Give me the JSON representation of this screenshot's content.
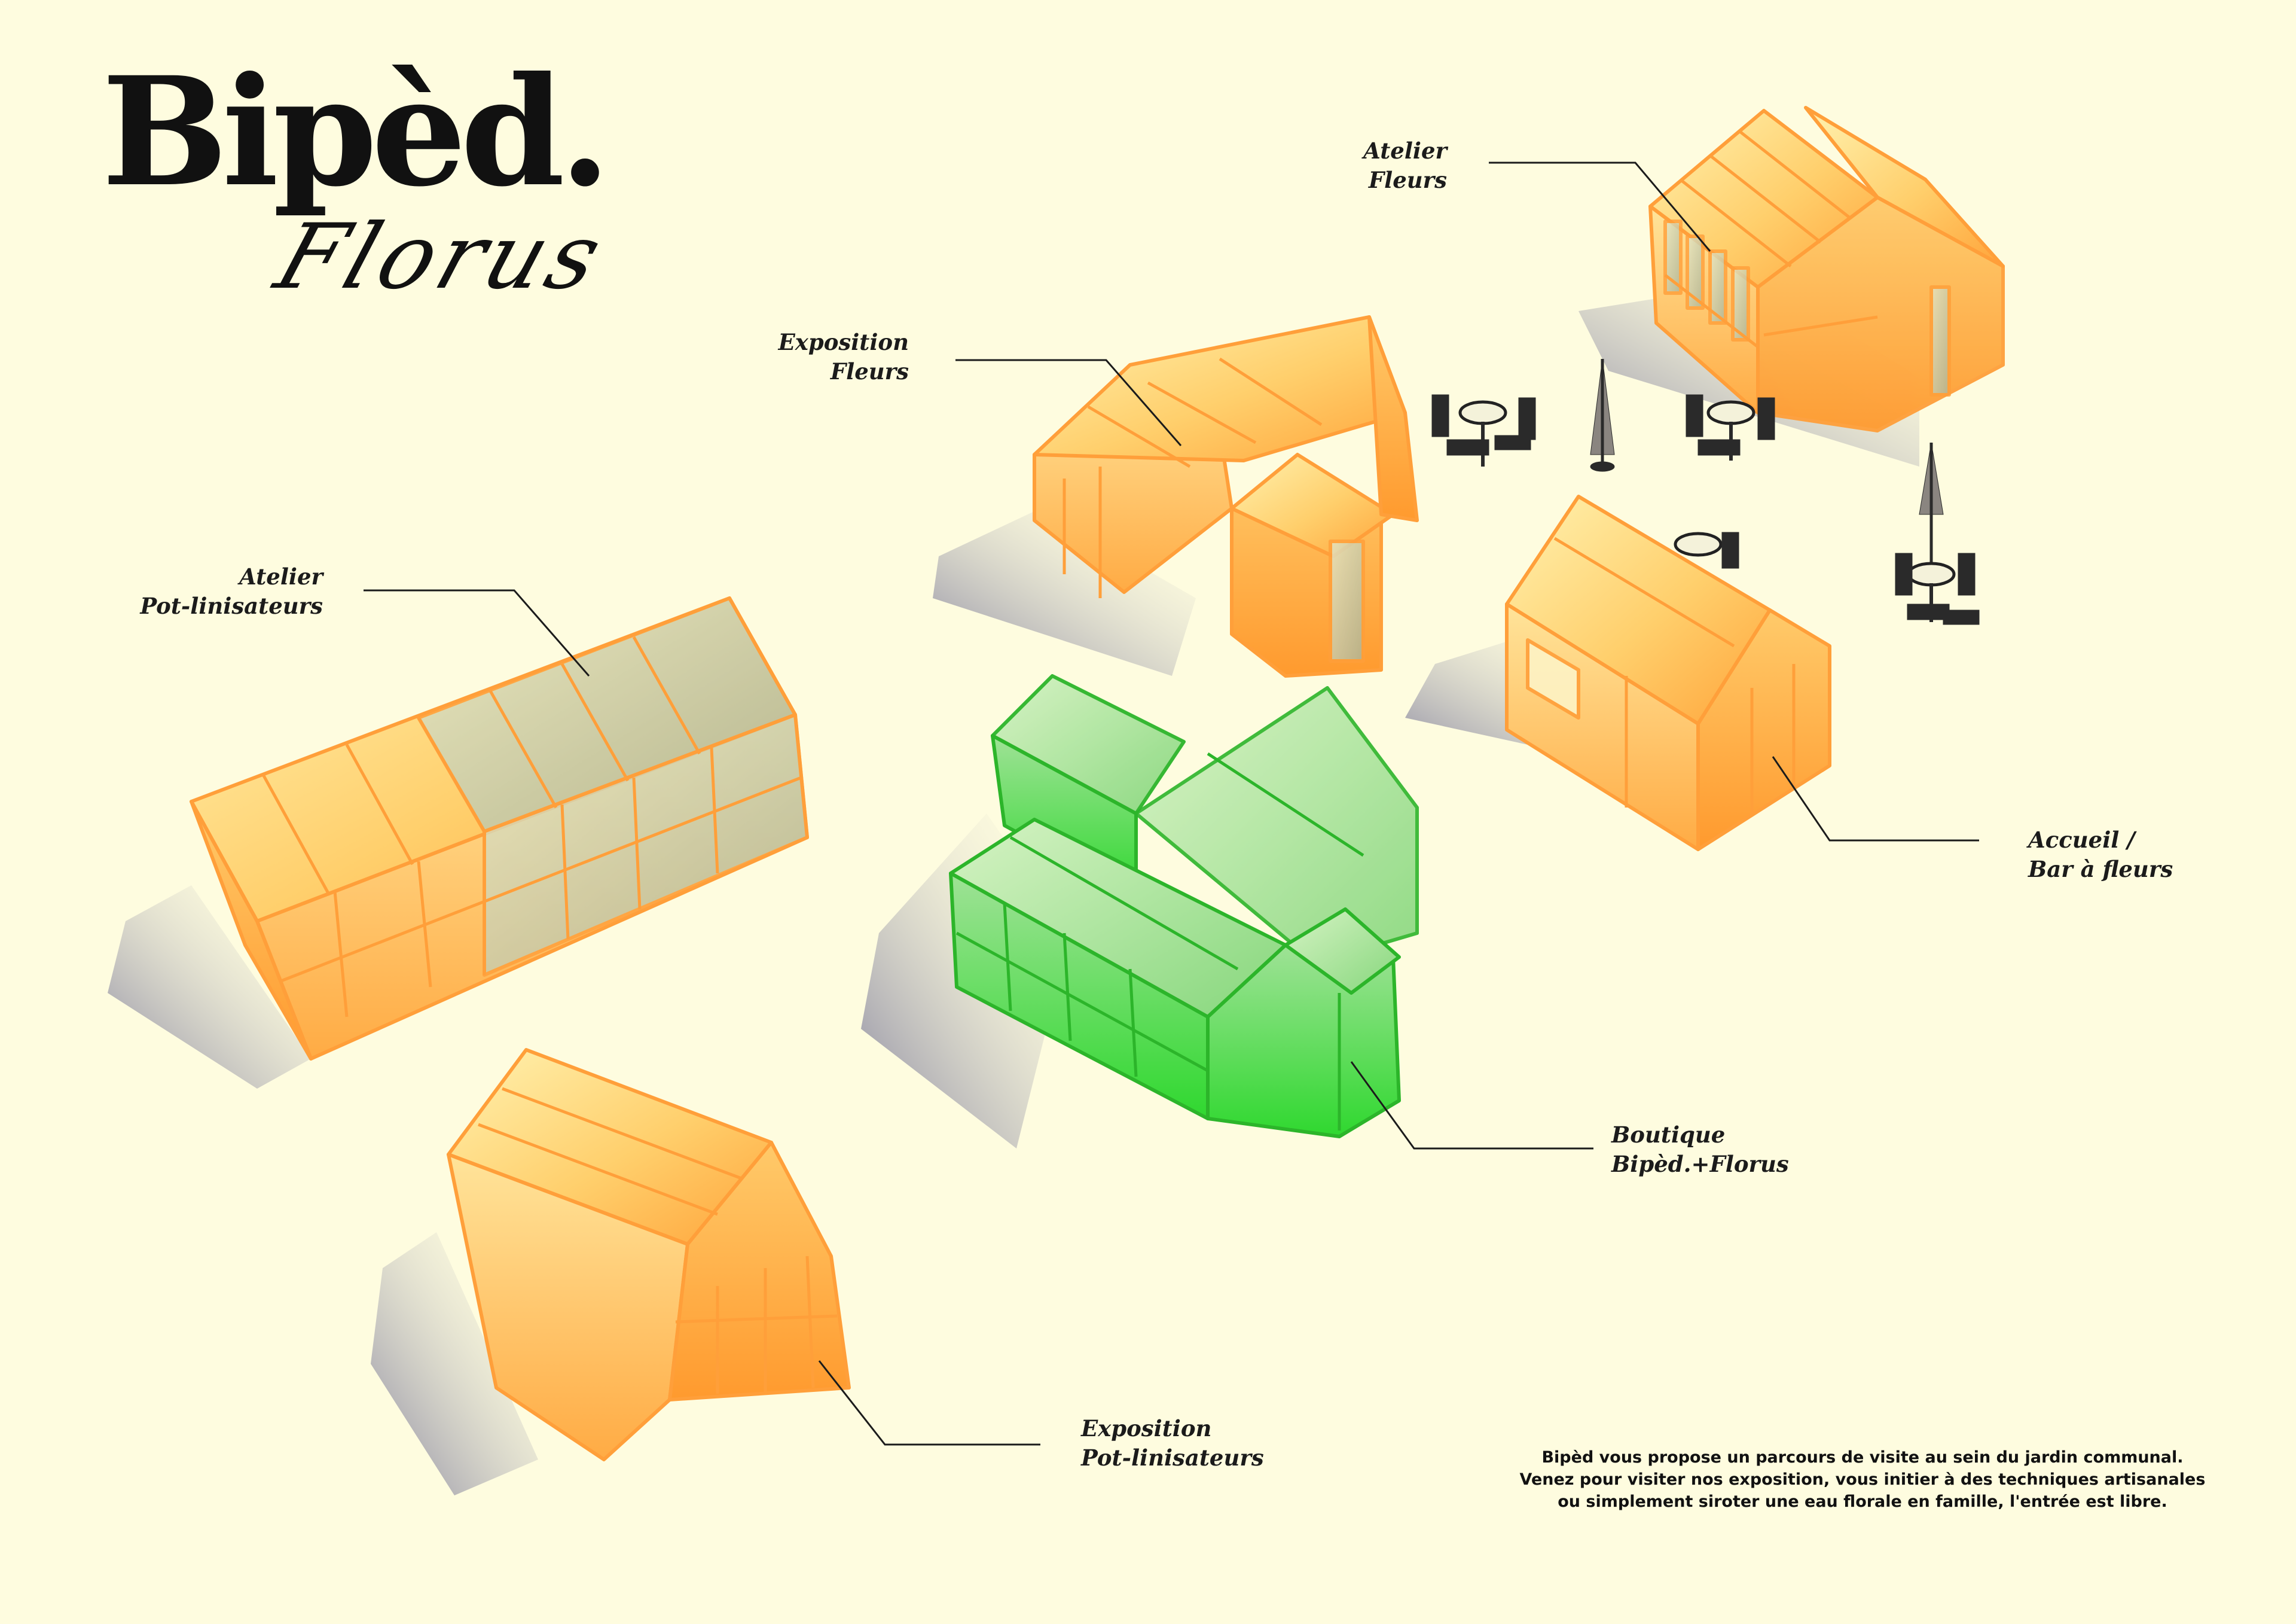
{
  "brand": {
    "logo": "Bipèd.",
    "script": "Florus"
  },
  "labels": {
    "atelier_fleurs": [
      "Atelier",
      "Fleurs"
    ],
    "exposition_fleurs": [
      "Exposition",
      "Fleurs"
    ],
    "atelier_pot": [
      "Atelier",
      "Pot-linisateurs"
    ],
    "accueil": [
      "Accueil /",
      "Bar à fleurs"
    ],
    "boutique": [
      "Boutique",
      "Bipèd.+Florus"
    ],
    "exposition_pot": [
      "Exposition",
      "Pot-linisateurs"
    ]
  },
  "description": [
    "Bipèd vous propose un parcours de visite au sein du jardin communal.",
    "Venez pour visiter nos exposition, vous initier à des techniques artisanales",
    "ou simplement siroter une eau florale en famille, l'entrée est libre."
  ],
  "colors": {
    "background": "#fefcdf",
    "greenhouse_orange": "#ffb347",
    "greenhouse_yellow": "#fde49a",
    "boutique_green": "#3fe03a",
    "glass_grey": "#bfc7a8",
    "shadow": "#8f8ea6",
    "text": "#1b1b1b"
  }
}
